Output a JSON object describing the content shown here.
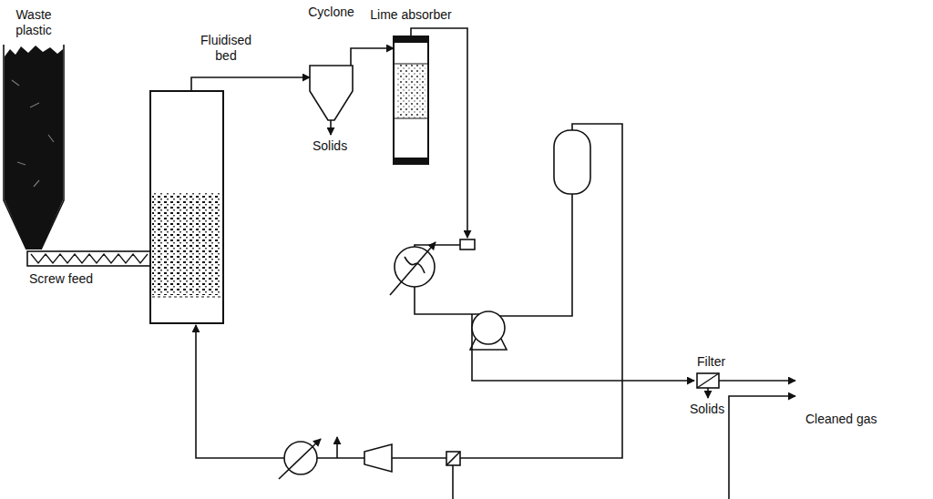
{
  "diagram": {
    "nodes": [
      {
        "text": [
          "Waste plastic"
        ]
      },
      {
        "text": [
          "Screw feed"
        ]
      },
      {
        "text": [
          "Fluidised bed"
        ]
      },
      {
        "text": [
          "Cyclone"
        ]
      },
      {
        "text": [
          "Lime absorber"
        ]
      },
      {
        "text": [
          "Filter"
        ]
      }
    ],
    "edges": [
      {
        "from": 2,
        "to": 3,
        "arrow": "to"
      },
      {
        "from": 3,
        "to": 4,
        "arrow": "to"
      }
    ],
    "labels": [
      "Solids",
      "Solids",
      "Cleaned gas"
    ]
  }
}
